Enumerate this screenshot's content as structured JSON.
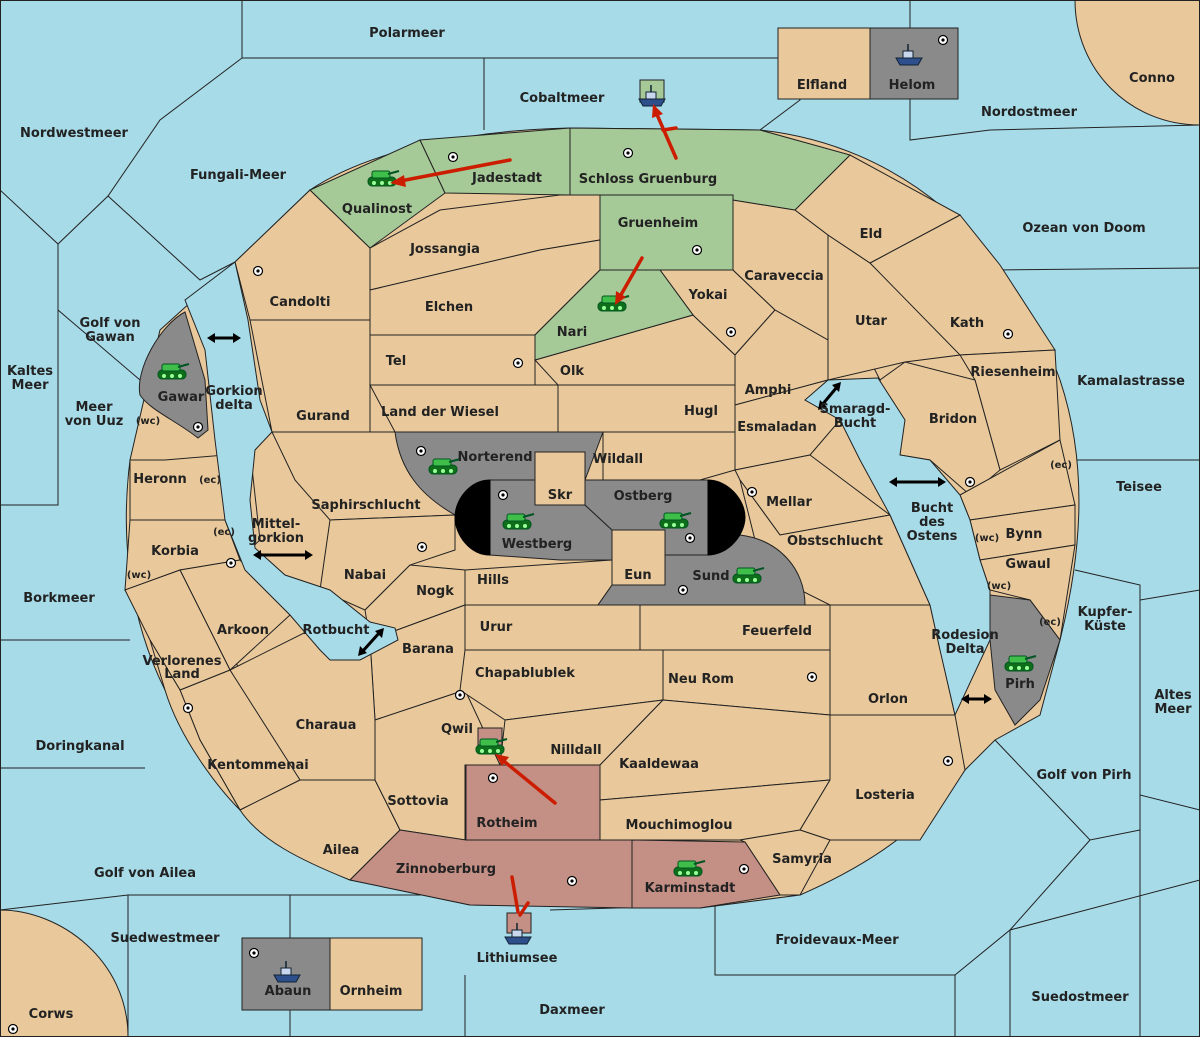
{
  "territories": {
    "polarmeer": "Polarmeer",
    "cobaltmeer": "Cobaltmeer",
    "elfland": "Elfland",
    "helom": "Helom",
    "conno": "Conno",
    "nordostmeer": "Nordostmeer",
    "nordwestmeer": "Nordwestmeer",
    "fungali_meer": "Fungali-Meer",
    "jadestadt": "Jadestadt",
    "schloss_gruenburg": "Schloss Gruenburg",
    "qualinost": "Qualinost",
    "gruenheim": "Gruenheim",
    "jossangia": "Jossangia",
    "eld": "Eld",
    "ozean_von_doom": "Ozean von Doom",
    "candolti": "Candolti",
    "caraveccia": "Caraveccia",
    "golf_von_gawan_1": "Golf von",
    "golf_von_gawan_2": "Gawan",
    "elchen": "Elchen",
    "yokai": "Yokai",
    "utar": "Utar",
    "kath": "Kath",
    "nari": "Nari",
    "kaltes_meer_1": "Kaltes",
    "kaltes_meer_2": "Meer",
    "tel": "Tel",
    "olk": "Olk",
    "riesenheim": "Riesenheim",
    "kamalastrasse": "Kamalastrasse",
    "gawar": "Gawar",
    "gorkion_delta_1": "Gorkion",
    "gorkion_delta_2": "delta",
    "amphi": "Amphi",
    "meer_von_uuz_1": "Meer",
    "meer_von_uuz_2": "von Uuz",
    "wc": "(wc)",
    "ec": "(ec)",
    "gurand": "Gurand",
    "land_der_wiesel": "Land der Wiesel",
    "hugl": "Hugl",
    "smaragd_bucht_1": "Smaragd-",
    "smaragd_bucht_2": "Bucht",
    "bridon": "Bridon",
    "esmaladan": "Esmaladan",
    "norterend": "Norterend",
    "wildall": "Wildall",
    "heronn": "Heronn",
    "teisee": "Teisee",
    "skr": "Skr",
    "ostberg": "Ostberg",
    "saphirschlucht": "Saphirschlucht",
    "mellar": "Mellar",
    "bucht_des_ostens_1": "Bucht",
    "bucht_des_ostens_2": "des",
    "bucht_des_ostens_3": "Ostens",
    "mittelgorkion_1": "Mittel-",
    "mittelgorkion_2": "gorkion",
    "westberg": "Westberg",
    "obstschlucht": "Obstschlucht",
    "bynn": "Bynn",
    "korbia": "Korbia",
    "eun": "Eun",
    "hills": "Hills",
    "sund": "Sund",
    "nabai": "Nabai",
    "gwaul": "Gwaul",
    "borkmeer": "Borkmeer",
    "nogk": "Nogk",
    "kupferkueste_1": "Kupfer-",
    "kupferkueste_2": "Küste",
    "arkoon": "Arkoon",
    "rotbucht": "Rotbucht",
    "urur": "Urur",
    "feuerfeld": "Feuerfeld",
    "rodesion_delta_1": "Rodesion",
    "rodesion_delta_2": "Delta",
    "barana": "Barana",
    "verlorenes_land_1": "Verlorenes",
    "verlorenes_land_2": "Land",
    "chapablublek": "Chapablublek",
    "neu_rom": "Neu Rom",
    "pirh": "Pirh",
    "altes_meer_1": "Altes",
    "altes_meer_2": "Meer",
    "orlon": "Orlon",
    "charaua": "Charaua",
    "qwil": "Qwil",
    "doringkanal": "Doringkanal",
    "nilldall": "Nilldall",
    "kaaldewaa": "Kaaldewaa",
    "kentommenai": "Kentommenai",
    "golf_von_pirh": "Golf von Pirh",
    "sottovia": "Sottovia",
    "losteria": "Losteria",
    "rotheim": "Rotheim",
    "mouchimoglou": "Mouchimoglou",
    "ailea": "Ailea",
    "samyria": "Samyria",
    "golf_von_ailea": "Golf von Ailea",
    "zinnoberburg": "Zinnoberburg",
    "karminstadt": "Karminstadt",
    "suedwestmeer": "Suedwestmeer",
    "froidevaux_meer": "Froidevaux-Meer",
    "lithiumsee": "Lithiumsee",
    "abaun": "Abaun",
    "ornheim": "Ornheim",
    "suedostmeer": "Suedostmeer",
    "daxmeer": "Daxmeer",
    "corws": "Corws"
  },
  "colors": {
    "sea": "#a7dbe8",
    "land": "#e9c99b",
    "neutral_power": "#8a8a8a",
    "green_power": "#a6ca97",
    "red_power": "#c48f85",
    "order_arrow": "#cc1d00"
  },
  "unit_icons": {
    "army": "tank-icon",
    "fleet": "ship-icon",
    "supply_center": "supply-center-icon"
  }
}
